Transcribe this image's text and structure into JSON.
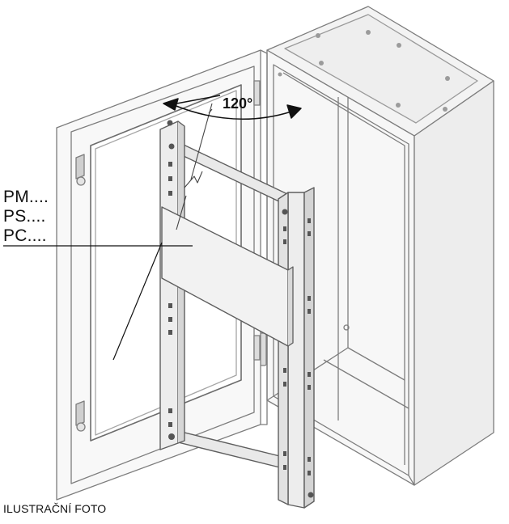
{
  "diagram": {
    "angle_label": "120°",
    "codes": [
      "PM....",
      "PS....",
      "PC...."
    ],
    "caption": "ILUSTRAČNÍ FOTO"
  }
}
